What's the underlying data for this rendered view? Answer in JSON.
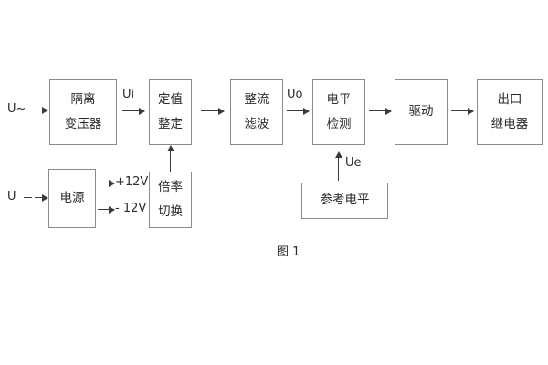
{
  "figure": {
    "caption": "图 1"
  },
  "blocks": {
    "isolation_transformer": {
      "line1": "隔离",
      "line2": "变压器"
    },
    "setpoint_setting": {
      "line1": "定值",
      "line2": "整定"
    },
    "rectify_filter": {
      "line1": "整流",
      "line2": "滤波"
    },
    "level_detect": {
      "line1": "电平",
      "line2": "检测"
    },
    "drive": {
      "line1": "驱动"
    },
    "output_relay": {
      "line1": "出口",
      "line2": "继电器"
    },
    "power_supply": {
      "line1": "电源"
    },
    "multiplier_switch": {
      "line1": "倍率",
      "line2": "切换"
    },
    "reference_level": {
      "line1": "参考电平"
    }
  },
  "signals": {
    "input_ac": "U~",
    "input_dc": "U",
    "ui": "Ui",
    "uo": "Uo",
    "ue": "Ue",
    "pos_12v": "+12V",
    "neg_12v": "- 12V"
  },
  "colors": {
    "box_border": "#8a8a8a",
    "arrow": "#3a3a3a",
    "text": "#2b2b2b",
    "background": "#ffffff"
  }
}
